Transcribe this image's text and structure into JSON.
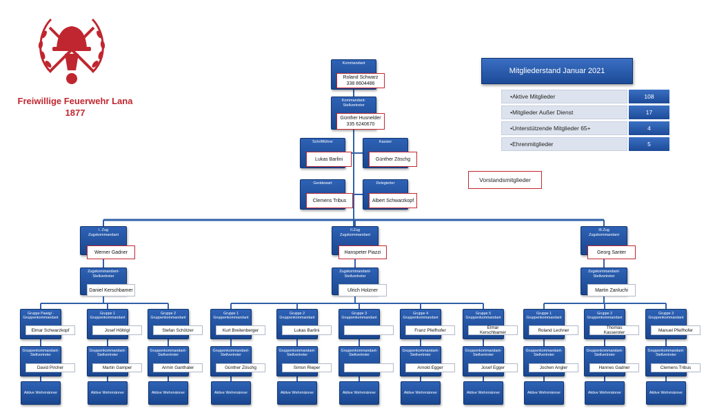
{
  "organization": {
    "name": "Freiwillige Feuerwehr Lana",
    "year": "1877"
  },
  "stats": {
    "title": "Mitgliederstand  Januar 2021",
    "rows": [
      {
        "label": "Aktive Mitglieder",
        "value": "108"
      },
      {
        "label": "Mitglieder Außer Dienst",
        "value": "17"
      },
      {
        "label": "Unterstützende Mitglieder 65+",
        "value": "4"
      },
      {
        "label": "Ehrenmitglieder",
        "value": "5"
      }
    ]
  },
  "legend": {
    "label": "Vorstandsmitglieder"
  },
  "colors": {
    "box_blue": "#1f4e9b",
    "line_blue": "#2f5fa8",
    "board_red": "#c0262f",
    "stat_grey": "#dde3ee"
  },
  "board": [
    {
      "role": "Kommandant",
      "name": "Roland Schwarz",
      "phone": "338 8604486"
    },
    {
      "role": "Kommandant-\nStellvertreter",
      "name": "Günther Husnelder",
      "phone": "335 6240670"
    },
    {
      "role": "Schriftführer",
      "name": "Lukas Barlini"
    },
    {
      "role": "Kassier",
      "name": "Günther Zöschg"
    },
    {
      "role": "Gerätewart",
      "name": "Clemens Tribus"
    },
    {
      "role": "Delegierter",
      "name": "Albert Schwarzkopf"
    }
  ],
  "zug": [
    {
      "role": "I. Zug\nZugskommandant",
      "name": "Werner Gadner",
      "deputy_role": "Zugskommandant-\nStellvertreter",
      "deputy": "Daniel Kerschbamer"
    },
    {
      "role": "II.Zug\nZugskommandant",
      "name": "Hanspeter Piazzi",
      "deputy_role": "Zugskommandant-\nStellvertreter",
      "deputy": "Ulrich Holzner"
    },
    {
      "role": "III.Zug\nZugskommandant",
      "name": "Georg Santer",
      "deputy_role": "Zugskommandant-\nStellvertreter",
      "deputy": "Martin Zanluchi"
    }
  ],
  "gruppen": [
    {
      "role": "Gruppe Pawigl -\nGruppenkommandant",
      "leader": "Elmar Schwarzkopf",
      "deputy": "David Pircher"
    },
    {
      "role": "Gruppe 1\nGruppenkommandant",
      "leader": "Josef Höllrigl",
      "deputy": "Martin Gamper"
    },
    {
      "role": "Gruppe 2\nGruppenkommandant",
      "leader": "Stefan Schötzer",
      "deputy": "Armin Ganthaler"
    },
    {
      "role": "Gruppe 1\nGruppenkommandant",
      "leader": "Kurt Breitenberger",
      "deputy": "Günther Zöschg"
    },
    {
      "role": "Gruppe 2\nGruppenkommandant",
      "leader": "Lukas Barlini",
      "deputy": "Simon   Rieper"
    },
    {
      "role": "Gruppe 3\nGruppenkommandant",
      "leader": "",
      "deputy": ""
    },
    {
      "role": "Gruppe 4\nGruppenkommandant",
      "leader": "Franz Pfeifhofer",
      "deputy": "Arnold Egger"
    },
    {
      "role": "Gruppe 5\nGruppenkommandant",
      "leader": "Elmar\nKerschbamer",
      "deputy": "Josef Egger"
    },
    {
      "role": "Gruppe 1\nGruppenkommandant",
      "leader": "Roland Lechner",
      "deputy": "Jochen Angler"
    },
    {
      "role": "Gruppe 2\nGruppenkommandant",
      "leader": "Thomas\nKasseroler",
      "deputy": "Hannes Gadner"
    },
    {
      "role": "Gruppe 3\nGruppenkommandant",
      "leader": "Manuel Pfeifhofer",
      "deputy": "Clemens Tribus"
    }
  ],
  "group_deputy_role": "Gruppenkommandant-\nStellvertreter",
  "members_label": "Aktive Wehrmänner"
}
